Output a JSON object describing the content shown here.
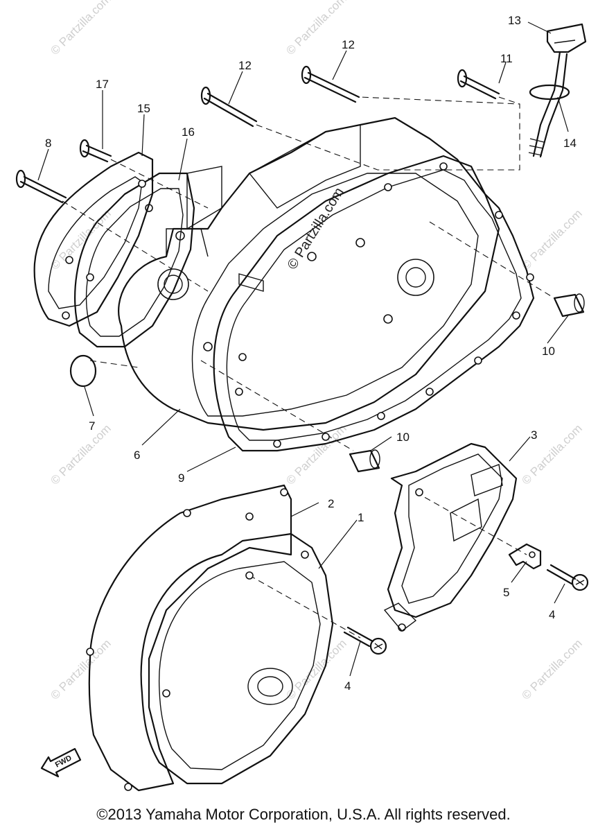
{
  "watermark_text": "© Partzilla.com",
  "fwd_label": "FWD",
  "callouts": {
    "c1": "1",
    "c2": "2",
    "c3": "3",
    "c4a": "4",
    "c4b": "4",
    "c5": "5",
    "c6": "6",
    "c7": "7",
    "c8": "8",
    "c9": "9",
    "c10a": "10",
    "c10b": "10",
    "c11": "11",
    "c12a": "12",
    "c12b": "12",
    "c13": "13",
    "c14": "14",
    "c15": "15",
    "c16": "16",
    "c17": "17"
  },
  "copyright": "©2013  Yamaha Motor Corporation, U.S.A. All rights reserved."
}
